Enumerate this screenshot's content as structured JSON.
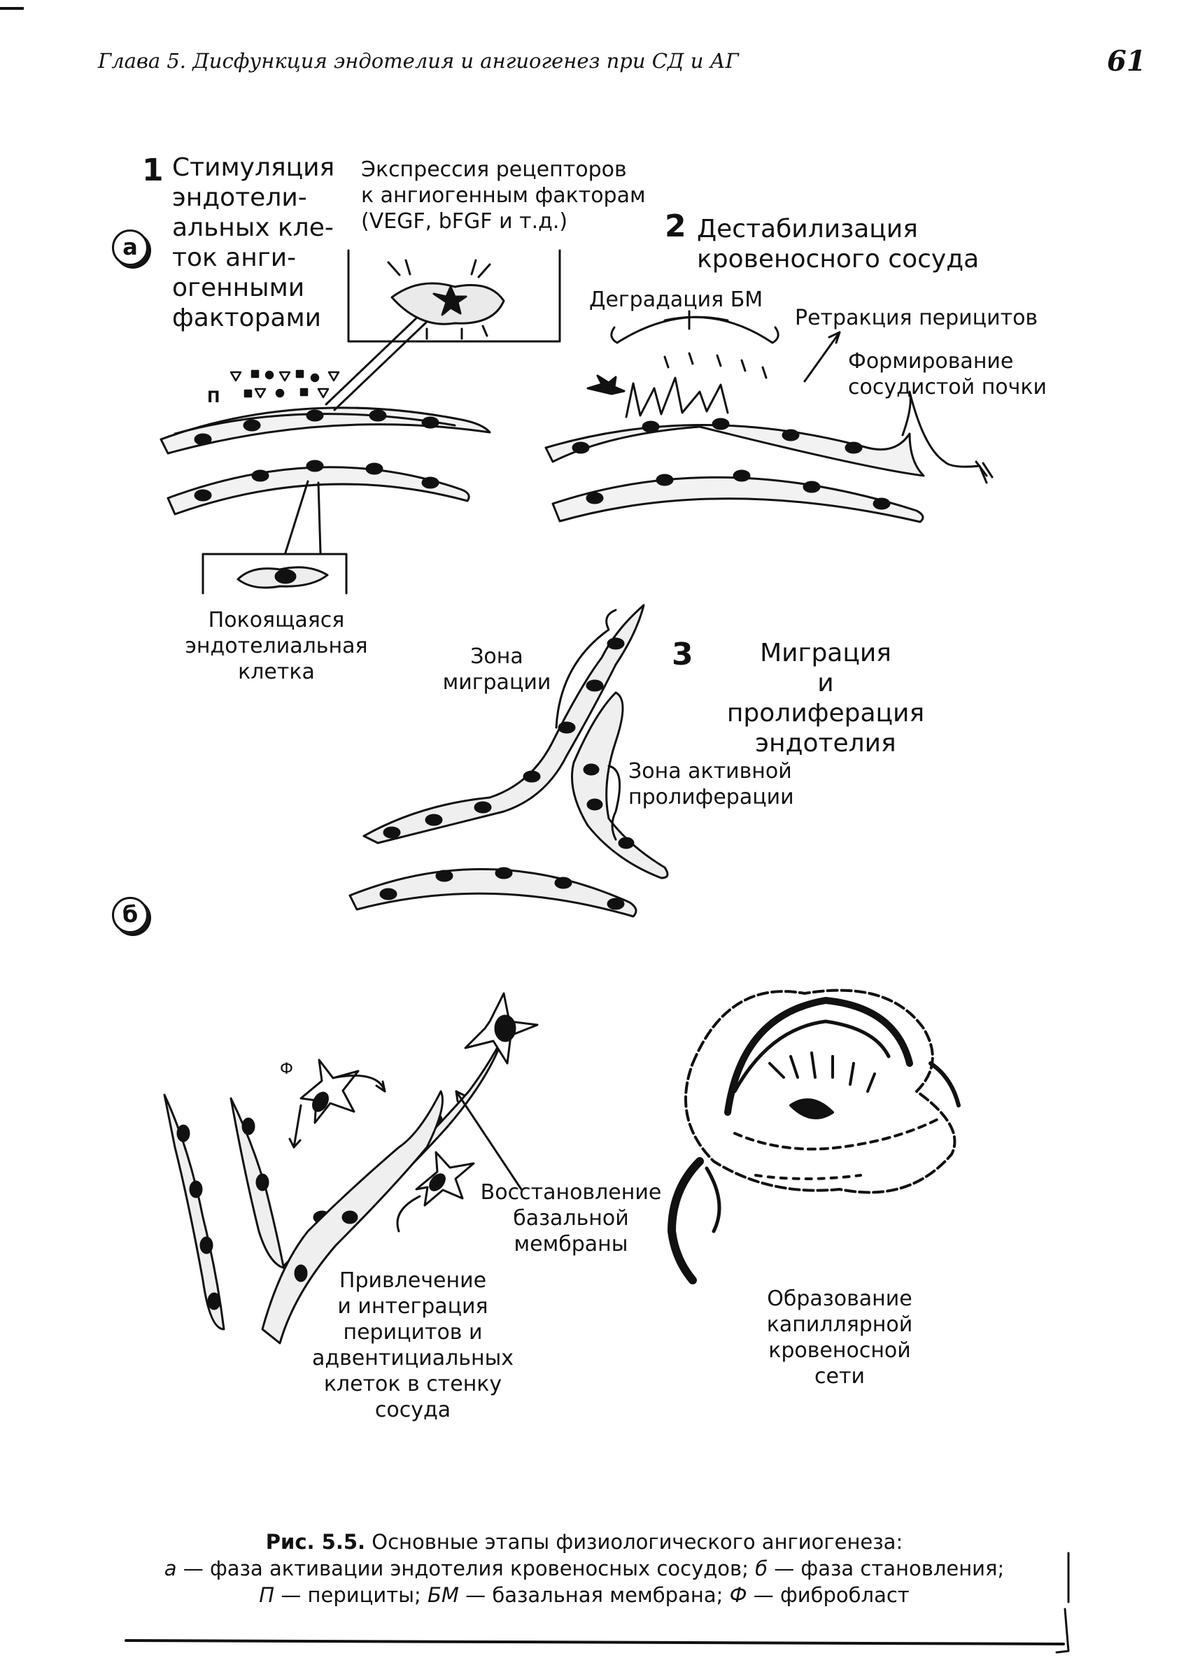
{
  "header": {
    "running_title": "Глава 5. Дисфункция эндотелия и ангиогенез при СД и АГ",
    "page_number": "61"
  },
  "figure": {
    "panel_a": {
      "label": "a",
      "step1": {
        "number": "1",
        "title_lines": [
          "Стимуляция",
          "эндотели-",
          "альных кле-",
          "ток анги-",
          "огенными",
          "факторами"
        ],
        "receptor_note_lines": [
          "Экспрессия рецепторов",
          "к ангиогенным факторам",
          "(VEGF, bFGF и т.д.)"
        ],
        "pericyte_marker": "П",
        "resting_cell_lines": [
          "Покоящаяся",
          "эндотелиальная",
          "клетка"
        ]
      },
      "step2": {
        "number": "2",
        "title_lines": [
          "Дестабилизация",
          "кровеносного сосуда"
        ],
        "bm_degradation": "Деградация БМ",
        "pericyte_retraction": "Ретракция перицитов",
        "sprout_lines": [
          "Формирование",
          "сосудистой почки"
        ]
      },
      "step3": {
        "number": "3",
        "title_lines": [
          "Миграция",
          "и пролиферация",
          "эндотелия"
        ],
        "migration_zone_lines": [
          "Зона",
          "миграции"
        ],
        "proliferation_zone_lines": [
          "Зона активной",
          "пролиферации"
        ]
      }
    },
    "panel_b": {
      "label": "б",
      "fibroblast_marker": "Ф",
      "basement_membrane_lines": [
        "Восстановление",
        "базальной",
        "мембраны"
      ],
      "pericyte_recruitment_lines": [
        "Привлечение",
        "и интеграция",
        "перицитов и",
        "адвентициальных",
        "клеток в стенку",
        "сосуда"
      ],
      "capillary_network_lines": [
        "Образование",
        "капиллярной",
        "кровеносной",
        "сети"
      ]
    }
  },
  "caption": {
    "label": "Рис. 5.5.",
    "title": " Основные этапы физиологического ангиогенеза:",
    "line2": [
      {
        "text": "а",
        "italic": true
      },
      {
        "text": " — фаза активации эндотелия кровеносных сосудов; ",
        "italic": false
      },
      {
        "text": "б",
        "italic": true
      },
      {
        "text": " — фаза становления;",
        "italic": false
      }
    ],
    "line3": [
      {
        "text": "П",
        "italic": true
      },
      {
        "text": " — перициты; ",
        "italic": false
      },
      {
        "text": "БМ",
        "italic": true
      },
      {
        "text": " — базальная мембрана; ",
        "italic": false
      },
      {
        "text": "Ф",
        "italic": true
      },
      {
        "text": " — фибробласт",
        "italic": false
      }
    ]
  }
}
